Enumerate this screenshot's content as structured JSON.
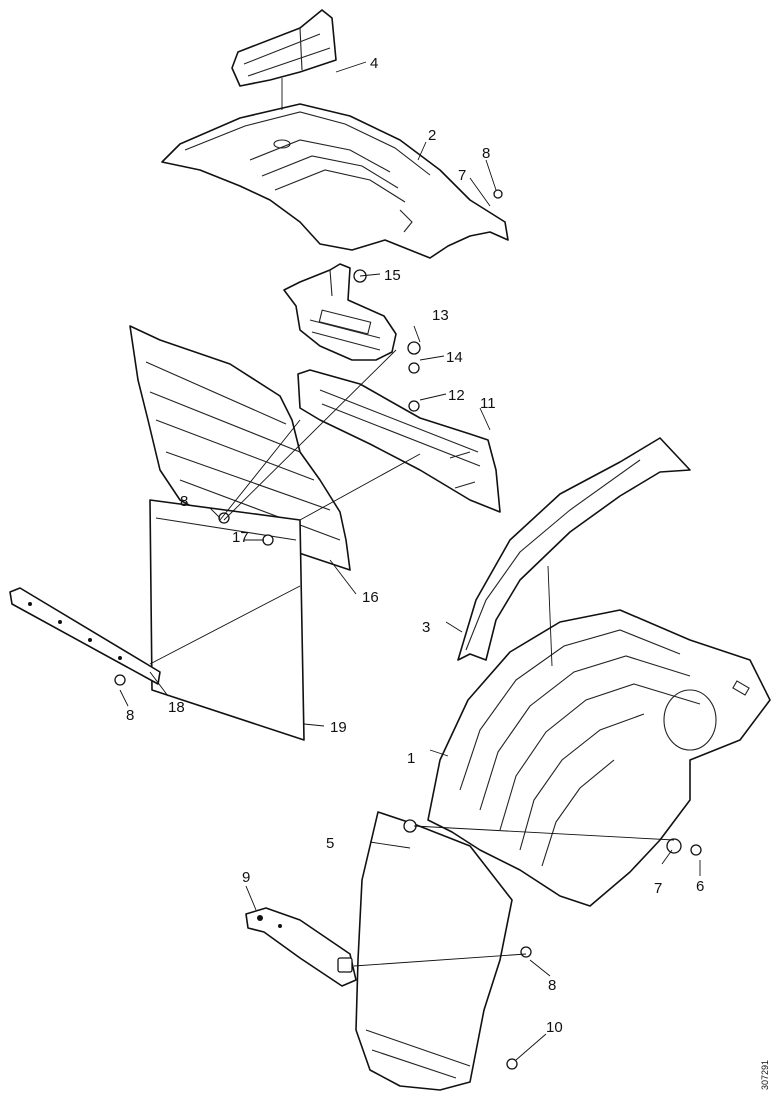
{
  "callouts": {
    "c1": "1",
    "c2": "2",
    "c3": "3",
    "c4": "4",
    "c5": "5",
    "c6": "6",
    "c7a": "7",
    "c7b": "7",
    "c8a": "8",
    "c8b": "8",
    "c8c": "8",
    "c8d": "8",
    "c9": "9",
    "c10": "10",
    "c11": "11",
    "c12": "12",
    "c13": "13",
    "c14": "14",
    "c15": "15",
    "c16": "16",
    "c17": "17",
    "c18": "18",
    "c19": "19"
  },
  "reference_code": "307291"
}
